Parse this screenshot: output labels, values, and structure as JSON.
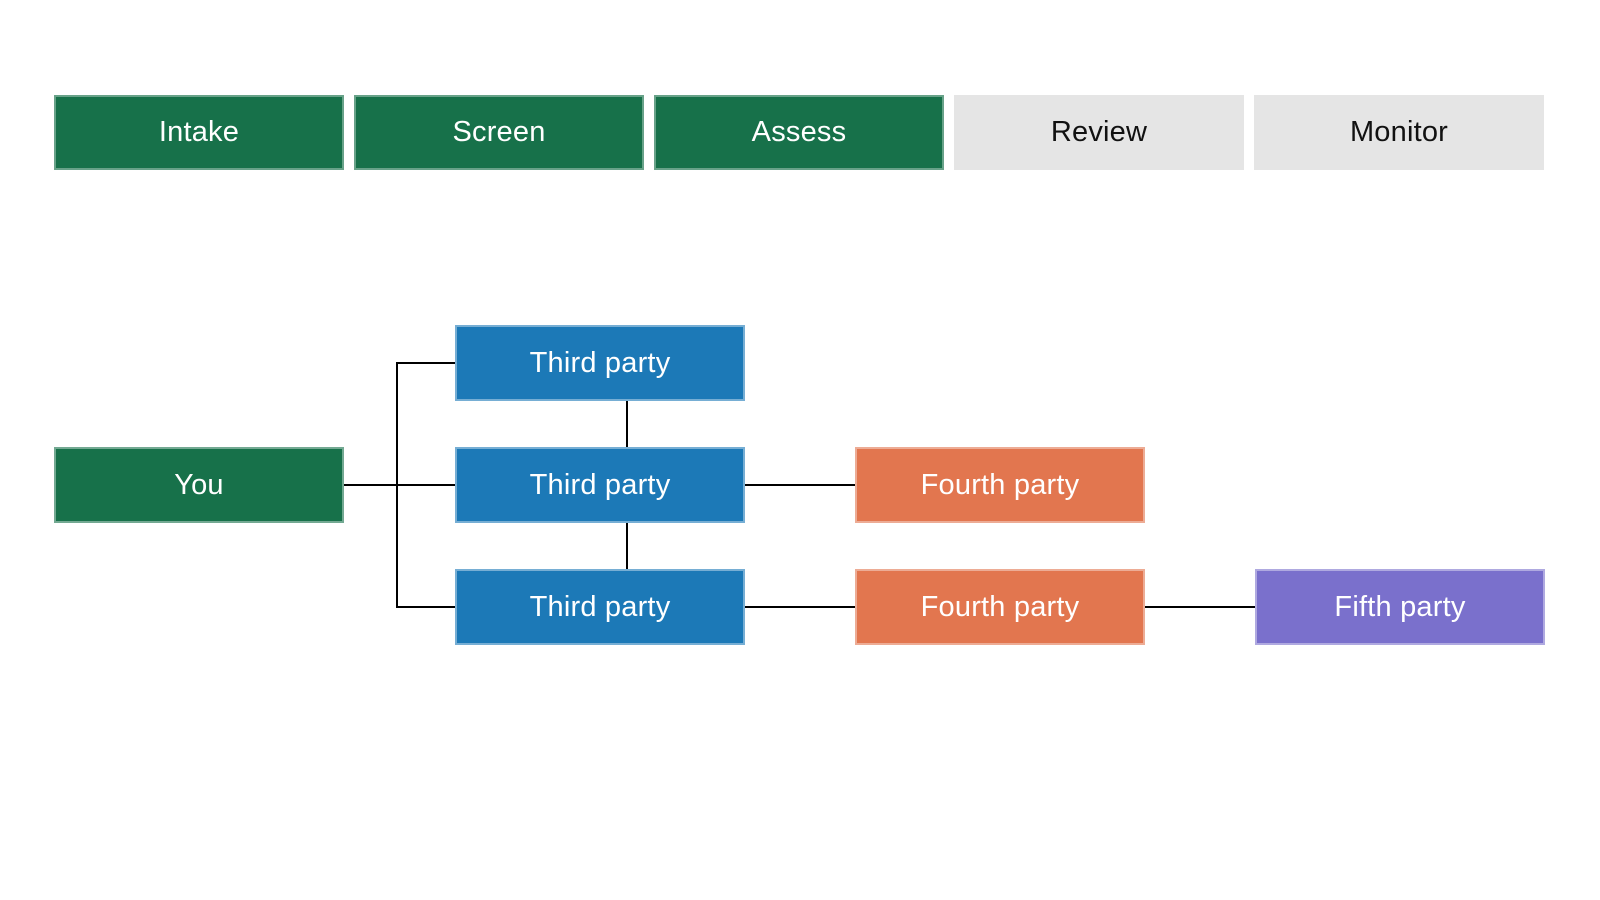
{
  "pipeline": {
    "stages": [
      {
        "label": "Intake",
        "state": "active"
      },
      {
        "label": "Screen",
        "state": "active"
      },
      {
        "label": "Assess",
        "state": "active"
      },
      {
        "label": "Review",
        "state": "upcoming"
      },
      {
        "label": "Monitor",
        "state": "upcoming"
      }
    ]
  },
  "graph": {
    "nodes": {
      "you": {
        "label": "You",
        "color": "#17714A"
      },
      "third_party_1": {
        "label": "Third party",
        "color": "#1C79B7"
      },
      "third_party_2": {
        "label": "Third party",
        "color": "#1C79B7"
      },
      "third_party_3": {
        "label": "Third party",
        "color": "#1C79B7"
      },
      "fourth_party_1": {
        "label": "Fourth party",
        "color": "#E2764F"
      },
      "fourth_party_2": {
        "label": "Fourth party",
        "color": "#E2764F"
      },
      "fifth_party": {
        "label": "Fifth party",
        "color": "#7A70CC"
      }
    },
    "edges": [
      {
        "from": "you",
        "to": "third_party_1"
      },
      {
        "from": "you",
        "to": "third_party_2"
      },
      {
        "from": "you",
        "to": "third_party_3"
      },
      {
        "from": "third_party_1",
        "to": "third_party_2"
      },
      {
        "from": "third_party_2",
        "to": "third_party_3"
      },
      {
        "from": "third_party_2",
        "to": "fourth_party_1"
      },
      {
        "from": "third_party_3",
        "to": "fourth_party_2"
      },
      {
        "from": "fourth_party_2",
        "to": "fifth_party"
      }
    ]
  },
  "colors": {
    "stage_active_green": "#17714A",
    "stage_upcoming_gray": "#E5E5E5",
    "third_party_blue": "#1C79B7",
    "fourth_party_orange": "#E2764F",
    "fifth_party_purple": "#7A70CC",
    "connector_black": "#000000",
    "background": "#FFFFFF"
  }
}
